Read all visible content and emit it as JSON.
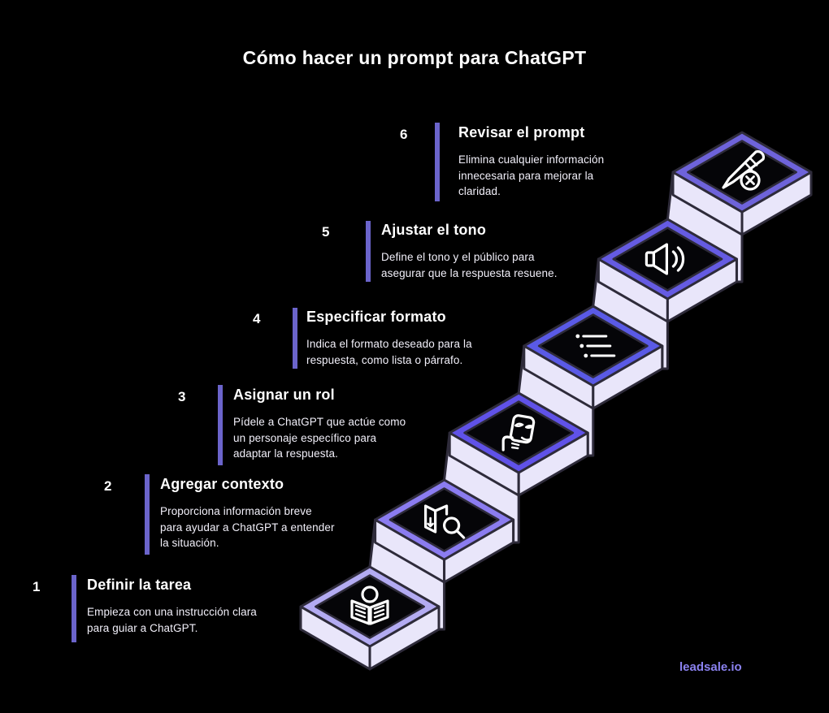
{
  "page": {
    "background": "#000000"
  },
  "header": {
    "title": "Cómo hacer un prompt para ChatGPT"
  },
  "steps": [
    {
      "number": "1",
      "title": "Definir la tarea",
      "description": "Empieza con una instrucción clara\npara guiar a ChatGPT.",
      "icon": "reader-icon",
      "border_color": "#b3abf2"
    },
    {
      "number": "2",
      "title": "Agregar contexto",
      "description": "Proporciona información breve\npara ayudar a ChatGPT a entender\nla situación.",
      "icon": "map-search-icon",
      "border_color": "#8b7cf0"
    },
    {
      "number": "3",
      "title": "Asignar un rol",
      "description": "Pídele a ChatGPT que actúe como\nun personaje específico para\nadaptar la respuesta.",
      "icon": "mask-icon",
      "border_color": "#6052e8"
    },
    {
      "number": "4",
      "title": "Especificar formato",
      "description": "Indica el formato deseado para la\nrespuesta, como lista o párrafo.",
      "icon": "list-icon",
      "border_color": "#5a5ae6"
    },
    {
      "number": "5",
      "title": "Ajustar el tono",
      "description": "Define el tono y el público para\nasegurar que la respuesta resuene.",
      "icon": "speaker-icon",
      "border_color": "#655be2"
    },
    {
      "number": "6",
      "title": "Revisar el prompt",
      "description": "Elimina cualquier información\ninnecesaria para mejorar la\nclaridad.",
      "icon": "pencil-x-icon",
      "border_color": "#6e63da"
    }
  ],
  "stairs": {
    "face_color": "#e9e6fa",
    "outline_color": "#2e2b3a",
    "top_fill": "#050508",
    "icon_color": "#ffffff",
    "accent_bar_color": "#6b64cb"
  },
  "footer": {
    "brand": "leadsale.io",
    "color": "#8b82f0"
  }
}
